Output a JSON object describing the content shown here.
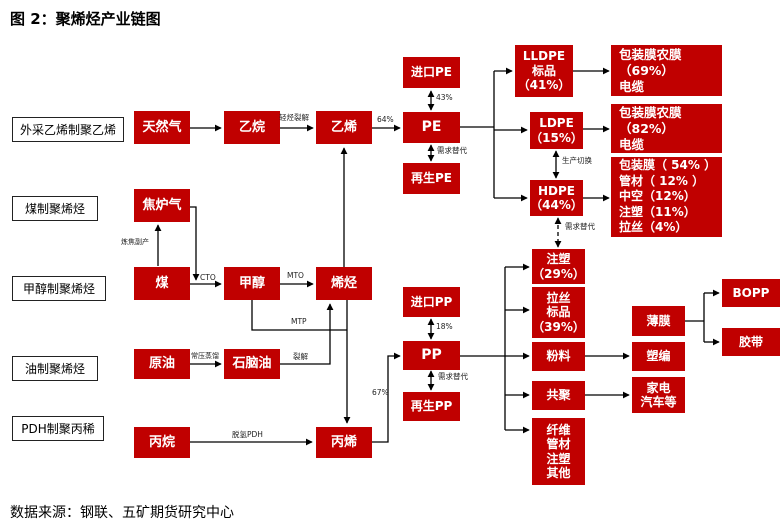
{
  "title": "图 2：聚烯烃产业链图",
  "source": "数据来源：钢联、五矿期货研究中心",
  "colors": {
    "box_red": "#c00000",
    "box_text": "#ffffff",
    "line": "#000000"
  },
  "categories": {
    "purchased_ethylene": "外采乙烯制聚乙烯",
    "coal_based": "煤制聚烯烃",
    "methanol_based": "甲醇制聚烯烃",
    "oil_based": "油制聚烯烃",
    "pdh": "PDH制聚丙稀"
  },
  "nodes": {
    "natural_gas": "天然气",
    "ethane": "乙烷",
    "ethylene": "乙烯",
    "imported_pe": "进口PE",
    "pe": "PE",
    "recycled_pe": "再生PE",
    "lldpe": "LLDPE\n标品\n（41%）",
    "ldpe": "LDPE\n（15%）",
    "hdpe": "HDPE\n（44%）",
    "lldpe_downstream": "包装膜农膜（69%）\n电缆",
    "ldpe_downstream": "包装膜农膜（82%）\n电缆",
    "hdpe_downstream": "包装膜（ 54% ）\n管材（ 12% ）\n中空（12%）\n注塑（11%）\n拉丝（4%）",
    "coke_oven_gas": "焦炉气",
    "coal": "煤",
    "methanol": "甲醇",
    "olefins": "烯烃",
    "crude_oil": "原油",
    "naphtha": "石脑油",
    "propane": "丙烷",
    "propylene": "丙烯",
    "imported_pp": "进口PP",
    "pp": "PP",
    "recycled_pp": "再生PP",
    "injection_molding": "注塑\n（29%）",
    "drawing_standard": "拉丝\n标品\n（39%）",
    "powder": "粉料",
    "copolymer": "共聚",
    "fiber_pipe_other": "纤维\n管材\n注塑\n其他",
    "film": "薄膜",
    "plastic_weaving": "塑编",
    "appliance_auto": "家电\n汽车等",
    "bopp": "BOPP",
    "tape": "胶带"
  },
  "edge_labels": {
    "light_hc_cracking": "轻烃裂解",
    "pct64": "64%",
    "pct43": "43%",
    "demand_sub_pe": "需求替代",
    "coking_byproduct": "炼焦副产",
    "cto": "CTO",
    "mto": "MTO",
    "mtp": "MTP",
    "atm_distillation": "常压蒸馏",
    "cracking": "裂解",
    "pdh_dehydrogenation": "脱氢PDH",
    "pct67": "67%",
    "pct18": "18%",
    "demand_sub_pp": "需求替代",
    "production_switch": "生产切换",
    "demand_sub_hdpe": "需求替代"
  }
}
